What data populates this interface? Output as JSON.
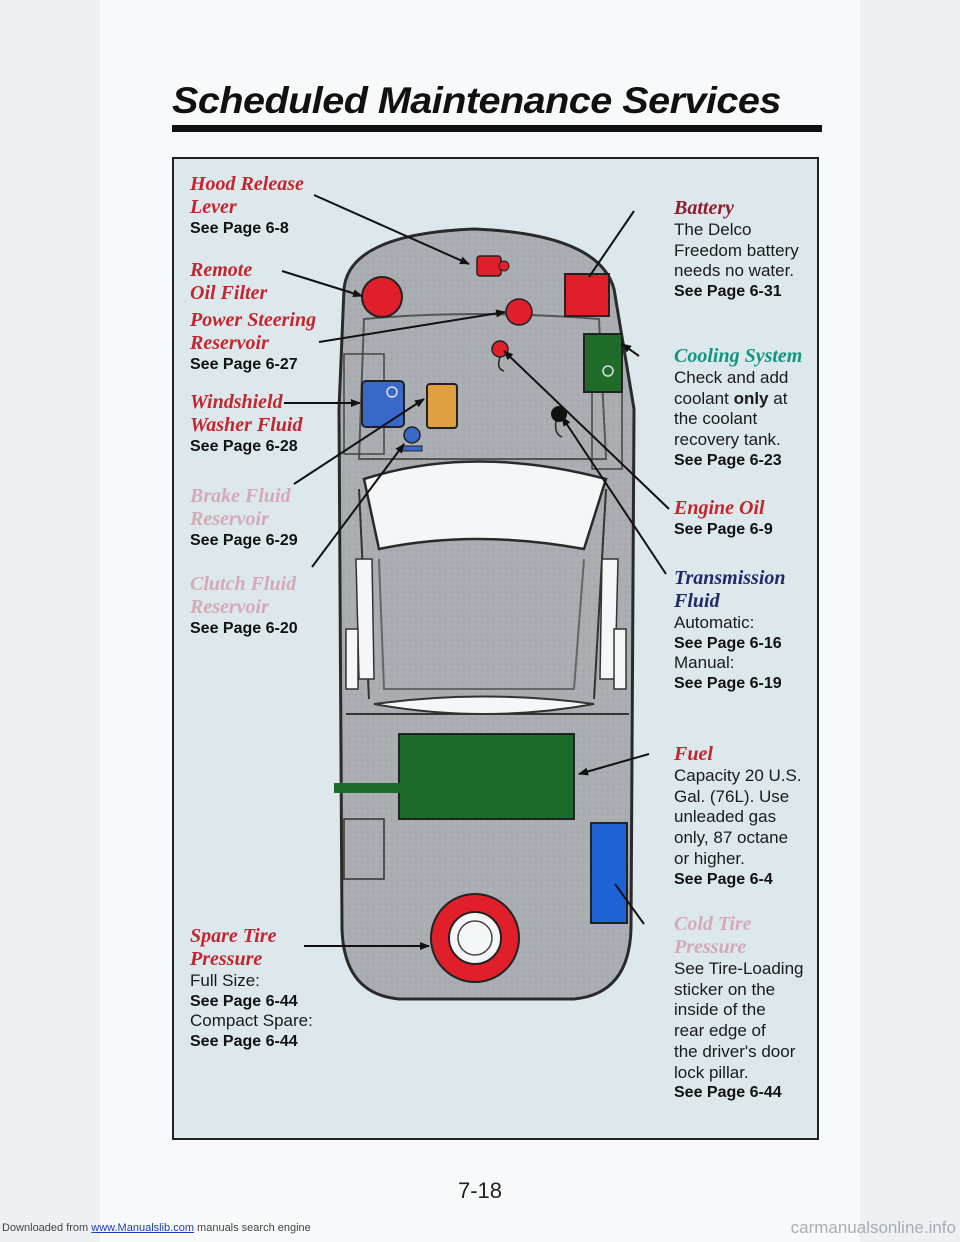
{
  "page_title": "Scheduled Maintenance Services",
  "page_number": "7-18",
  "footer": {
    "prefix": "Downloaded from",
    "link": "www.Manualslib.com",
    "suffix": "manuals search engine",
    "watermark": "carmanualsonline.info"
  },
  "left": {
    "hood": {
      "title1": "Hood Release",
      "title2": "Lever",
      "ref": "See Page 6-8"
    },
    "remote": {
      "title1": "Remote",
      "title2": "Oil Filter"
    },
    "steering": {
      "title1": "Power Steering",
      "title2": "Reservoir",
      "ref": "See Page 6-27"
    },
    "washer": {
      "title1": "Windshield",
      "title2": "Washer Fluid",
      "ref": "See Page 6-28"
    },
    "brake": {
      "title1": "Brake Fluid",
      "title2": "Reservoir",
      "ref": "See Page 6-29"
    },
    "clutch": {
      "title1": "Clutch Fluid",
      "title2": "Reservoir",
      "ref": "See Page 6-20"
    },
    "spare": {
      "title1": "Spare Tire",
      "title2": "Pressure",
      "line1": "Full Size:",
      "ref1": "See Page 6-44",
      "line2": "Compact Spare:",
      "ref2": "See Page 6-44"
    }
  },
  "right": {
    "battery": {
      "title": "Battery",
      "line1": "The Delco",
      "line2": "Freedom battery",
      "line3": "needs no water.",
      "ref": "See Page 6-31"
    },
    "cooling": {
      "title": "Cooling System",
      "line1": "Check and add",
      "line2a": "coolant",
      "line2b": "only",
      "line2c": "at",
      "line3": "the coolant",
      "line4": "recovery tank.",
      "ref": "See Page 6-23"
    },
    "engine": {
      "title": "Engine Oil",
      "ref": "See Page 6-9"
    },
    "transmission": {
      "title1": "Transmission",
      "title2": "Fluid",
      "line1": "Automatic:",
      "ref1": "See Page 6-16",
      "line2": "Manual:",
      "ref2": "See Page 6-19"
    },
    "fuel": {
      "title": "Fuel",
      "line1": "Capacity 20 U.S.",
      "line2": "Gal. (76L). Use",
      "line3": "unleaded gas",
      "line4": "only, 87 octane",
      "line5": "or higher.",
      "ref": "See Page 6-4"
    },
    "tire": {
      "title1": "Cold Tire",
      "title2": "Pressure",
      "line1": "See Tire-Loading",
      "line2": "sticker on the",
      "line3": "inside of the",
      "line4": "rear edge of",
      "line5": "the driver's door",
      "line6": "lock pillar.",
      "ref": "See Page 6-44"
    }
  },
  "colors": {
    "battery": "#e0202a",
    "coolant": "#1f6b2a",
    "washer": "#3a68c8",
    "brake": "#e0a040",
    "fuel": "#1c6a2a",
    "fuel_right": "#1d63d6",
    "heading": "#c2262f"
  }
}
